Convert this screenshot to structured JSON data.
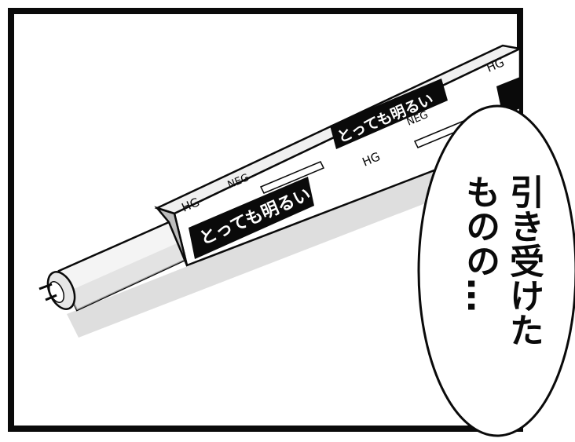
{
  "colors": {
    "ink": "#0a0a0a",
    "paper": "#ffffff",
    "tube_shadow": "#c8c8c8",
    "tube_light": "#f2f2f2"
  },
  "box": {
    "brand_label": "とっても明るい",
    "hg_mark": "HG",
    "neg_mark": "NEG"
  },
  "speech": {
    "line1": "引き受けた",
    "line2": "ものの…"
  }
}
